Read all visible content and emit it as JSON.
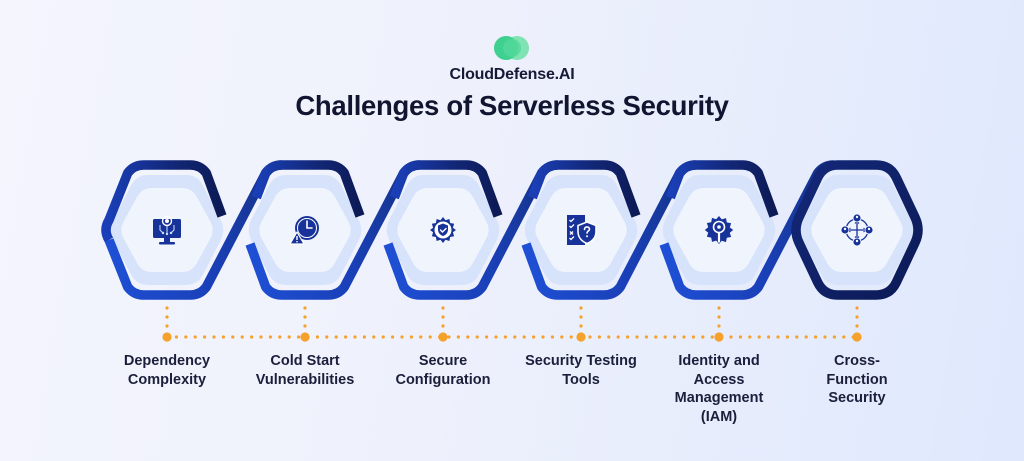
{
  "header": {
    "brand": "CloudDefense.AI",
    "logo_icon": "cloud-logo-icon",
    "title": "Challenges of Serverless Security"
  },
  "colors": {
    "hex_outer_dark": "#0e1b5c",
    "hex_outer_mid": "#1636a8",
    "hex_outer_light": "#1e4fd4",
    "hex_ring": "#d7e3fb",
    "hex_fill": "#f0f4fd",
    "icon": "#17339a",
    "connector": "#f5a12b",
    "label_text": "#1b1f3b",
    "logo_front": "#3fd08f",
    "logo_back": "#6ee0ab"
  },
  "challenges": [
    {
      "label": "Dependency Complexity",
      "lines": [
        "Dependency",
        "Complexity"
      ],
      "icon": "monitor-network-icon"
    },
    {
      "label": "Cold Start Vulnerabilities",
      "lines": [
        "Cold Start",
        "Vulnerabilities"
      ],
      "icon": "clock-warning-icon"
    },
    {
      "label": "Secure Configuration",
      "lines": [
        "Secure",
        "Configuration"
      ],
      "icon": "gear-shield-icon"
    },
    {
      "label": "Security Testing Tools",
      "lines": [
        "Security",
        "Testing Tools"
      ],
      "icon": "checklist-shield-question-icon"
    },
    {
      "label": "Identity and Access Management (IAM)",
      "lines": [
        "Identity and",
        "Access",
        "Management",
        "(IAM)"
      ],
      "icon": "gear-keyhole-icon"
    },
    {
      "label": "Cross-Function Security",
      "lines": [
        "Cross-",
        "Function",
        "Security"
      ],
      "icon": "user-network-icon"
    }
  ]
}
